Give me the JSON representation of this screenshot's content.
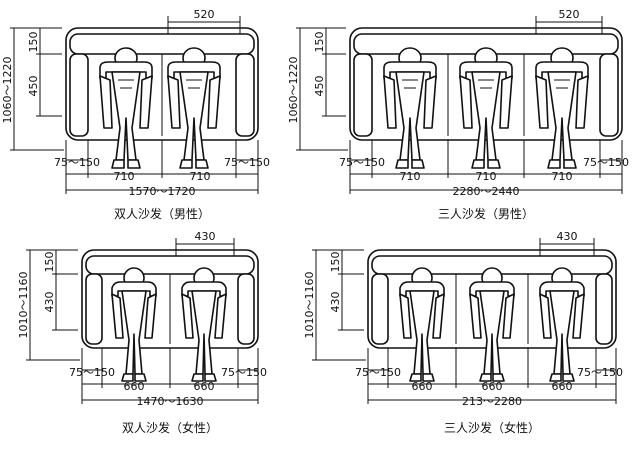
{
  "panels": [
    {
      "id": "two-seat-male",
      "caption": "双人沙发（男性）",
      "seat_width": "520",
      "back_depth": "150",
      "seat_depth": "450",
      "overall_depth": "1060～1220",
      "arm_left": "75～150",
      "seat_left": "710",
      "seat_right": "710",
      "arm_right": "75～150",
      "overall_width": "1570～1720"
    },
    {
      "id": "three-seat-male",
      "caption": "三人沙发（男性）",
      "seat_width": "520",
      "back_depth": "150",
      "seat_depth": "450",
      "overall_depth": "1060～1220",
      "arm_left": "75～150",
      "seat_left": "710",
      "seat_mid": "710",
      "seat_right": "710",
      "arm_right": "75～150",
      "overall_width": "2280～2440"
    },
    {
      "id": "two-seat-female",
      "caption": "双人沙发（女性）",
      "seat_width": "430",
      "back_depth": "150",
      "seat_depth": "430",
      "overall_depth": "1010～1160",
      "arm_left": "75～150",
      "seat_left": "660",
      "seat_right": "660",
      "arm_right": "75～150",
      "overall_width": "1470～1630"
    },
    {
      "id": "three-seat-female",
      "caption": "三人沙发（女性）",
      "seat_width": "430",
      "back_depth": "150",
      "seat_depth": "430",
      "overall_depth": "1010～1160",
      "arm_left": "75～150",
      "seat_left": "660",
      "seat_mid": "660",
      "seat_right": "660",
      "arm_right": "75～150",
      "overall_width": "213～2280"
    }
  ]
}
